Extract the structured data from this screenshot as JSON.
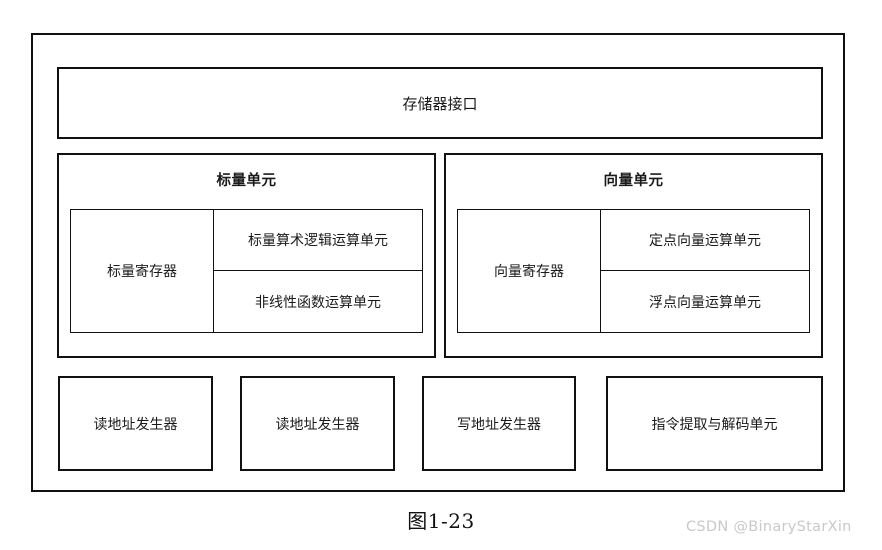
{
  "figure": {
    "caption": "图1-23",
    "watermark": "CSDN @BinaryStarXin"
  },
  "diagram": {
    "memory_interface": {
      "label": "存储器接口"
    },
    "units": [
      {
        "title": "标量单元",
        "register": "标量寄存器",
        "ops": [
          "标量算术逻辑运算单元",
          "非线性函数运算单元"
        ]
      },
      {
        "title": "向量单元",
        "register": "向量寄存器",
        "ops": [
          "定点向量运算单元",
          "浮点向量运算单元"
        ]
      }
    ],
    "generators": [
      {
        "label": "读地址发生器"
      },
      {
        "label": "读地址发生器"
      },
      {
        "label": "写地址发生器"
      },
      {
        "label": "指令提取与解码单元"
      }
    ]
  },
  "colors": {
    "line": "#111111",
    "background": "#ffffff",
    "watermark": "#c9c9c9"
  }
}
